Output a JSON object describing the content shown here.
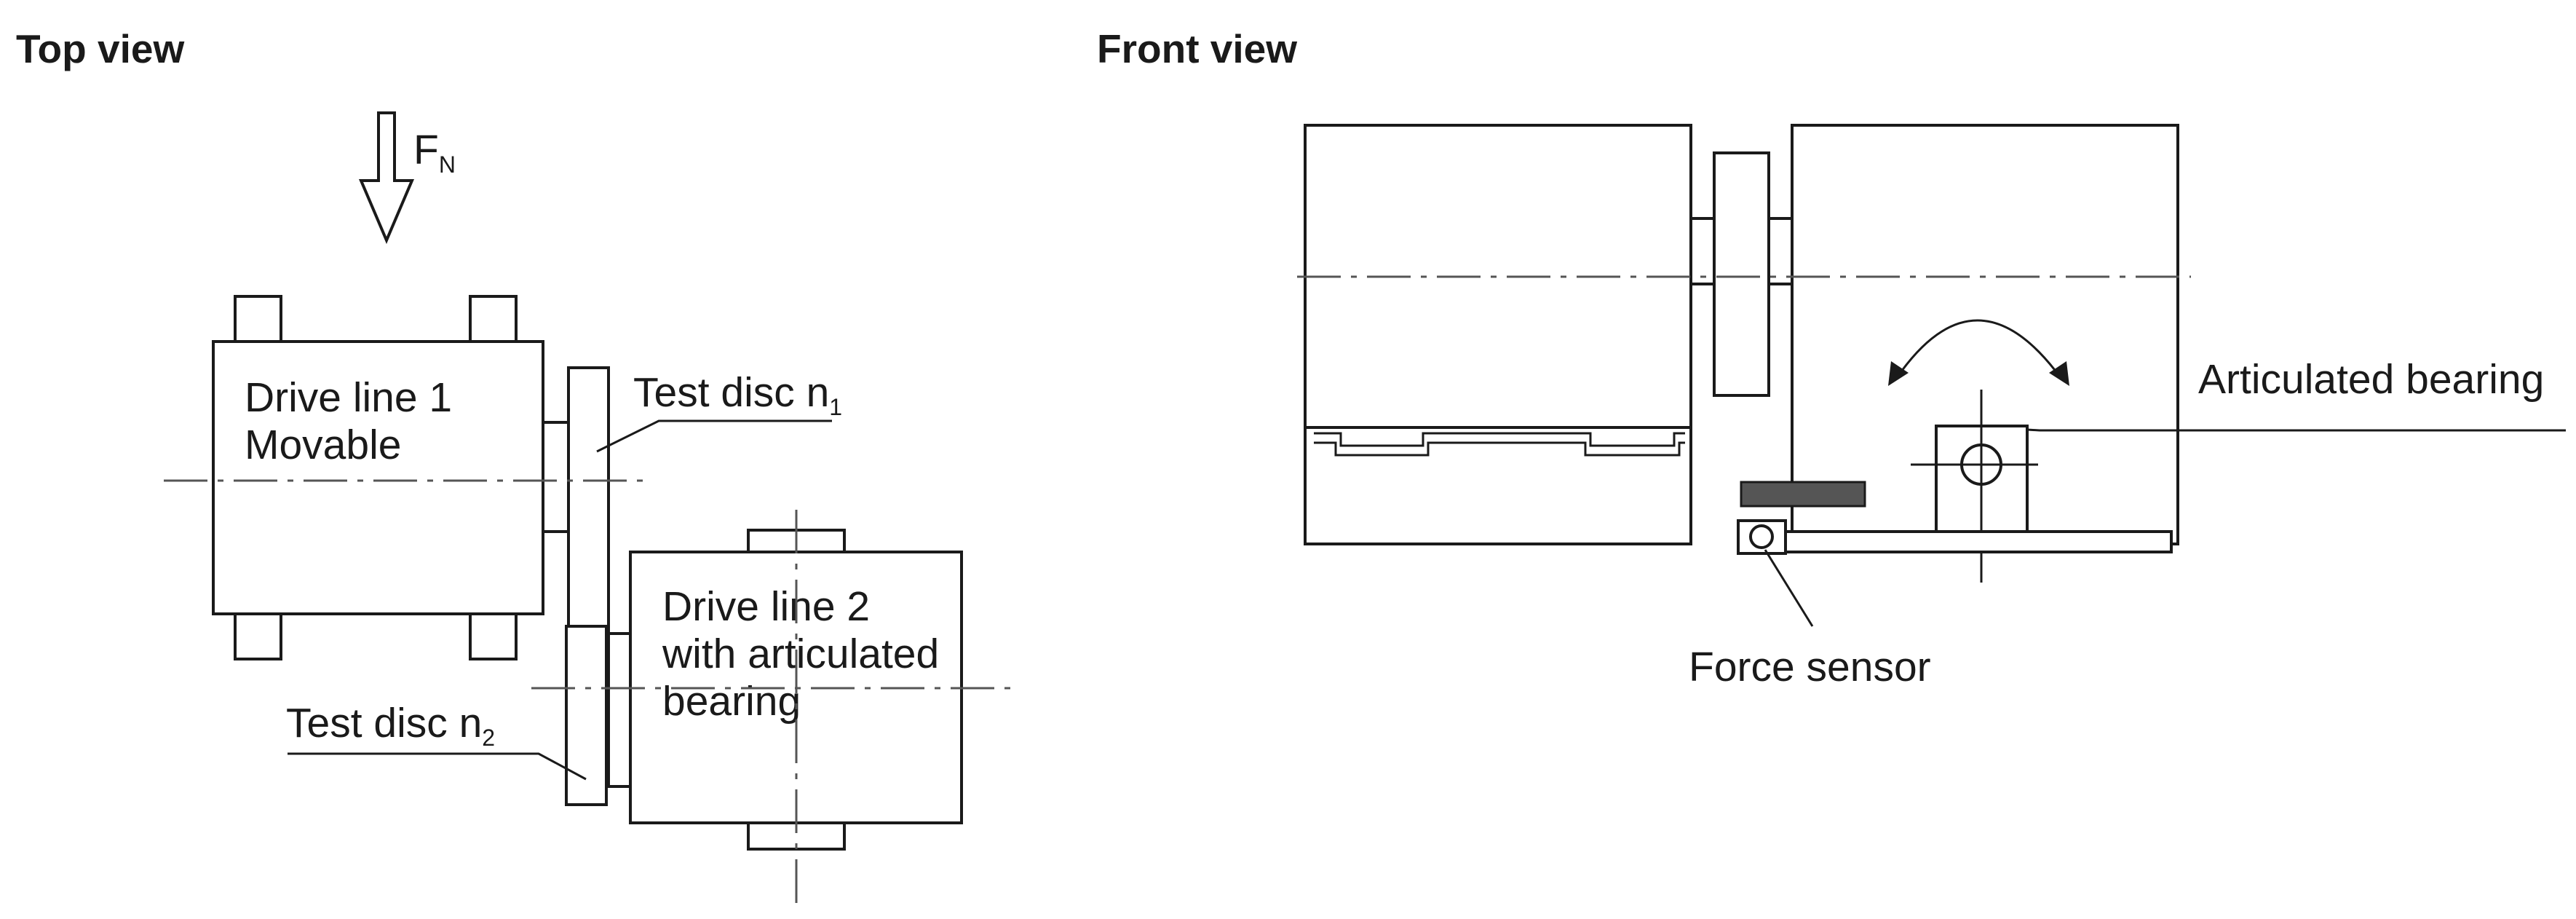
{
  "top_view": {
    "title": "Top view",
    "force_label": "F",
    "force_subscript": "N",
    "drive_line_1": [
      "Drive line 1",
      "Movable"
    ],
    "drive_line_2": [
      "Drive line 2",
      "with articulated",
      "bearing"
    ],
    "test_disc_1": "Test disc n",
    "test_disc_1_sub": "1",
    "test_disc_2": "Test disc n",
    "test_disc_2_sub": "2"
  },
  "front_view": {
    "title": "Front view",
    "articulated_bearing": "Articulated bearing",
    "force_sensor": "Force sensor"
  },
  "colors": {
    "line": "#1a1a1a",
    "axis": "#555555",
    "background": "#ffffff"
  }
}
